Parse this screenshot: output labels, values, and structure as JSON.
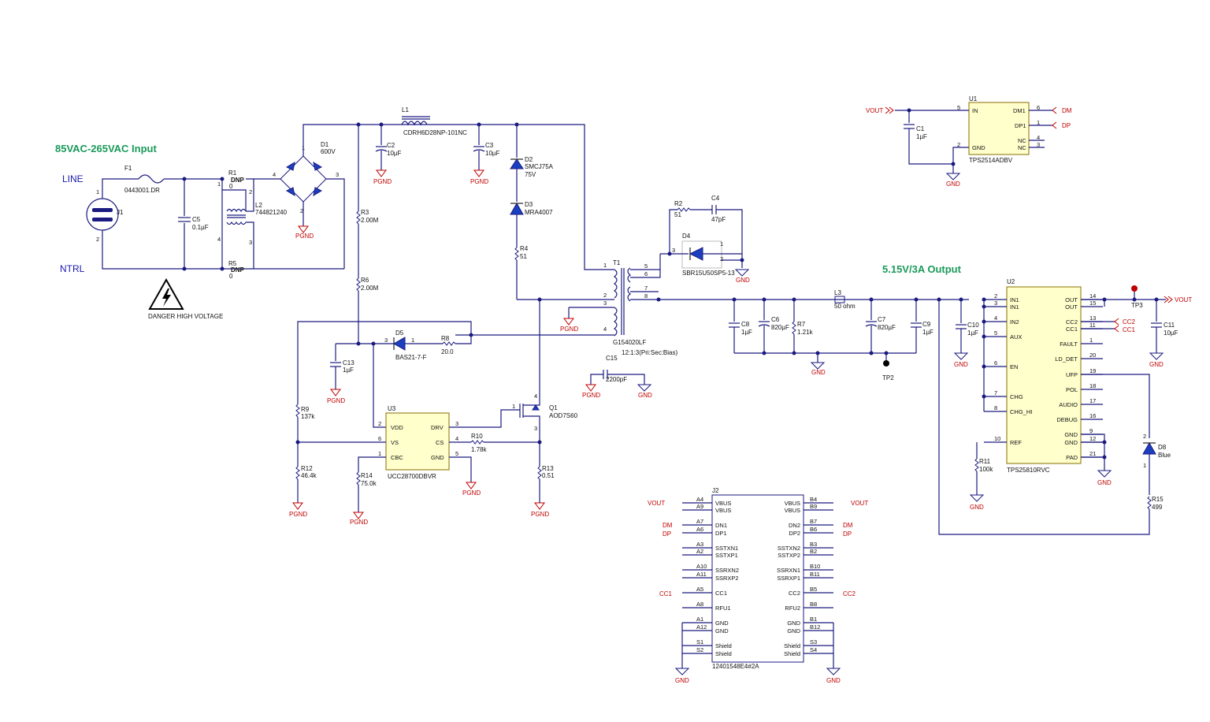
{
  "headings": {
    "input": "85VAC-265VAC Input",
    "output": "5.15V/3A Output",
    "line": "LINE",
    "ntrl": "NTRL",
    "danger": "DANGER HIGH VOLTAGE"
  },
  "refs": {
    "F1": "F1",
    "F1v": "0443001.DR",
    "J1": "J1",
    "C5": "C5",
    "C5v": "0.1µF",
    "R1": "R1",
    "R1a": "0",
    "R1b": "DNP",
    "R5": "R5",
    "R5a": "0",
    "R5b": "DNP",
    "L2": "L2",
    "L2v": "744821240",
    "D1": "D1",
    "D1v": "600V",
    "L1": "L1",
    "L1v": "CDRH6D28NP-101NC",
    "C2": "C2",
    "C2v": "10µF",
    "C3": "C3",
    "C3v": "10µF",
    "D2": "D2",
    "D2v": "SMCJ75A",
    "D2v2": "75V",
    "D3": "D3",
    "D3v": "MRA4007",
    "R4": "R4",
    "R4v": "51",
    "R3": "R3",
    "R3v": "2.00M",
    "R6": "R6",
    "R6v": "2.00M",
    "R2": "R2",
    "R2v": "51",
    "C4": "C4",
    "C4v": "47pF",
    "D4": "D4",
    "D4v": "SBR15U50SP5-13",
    "T1": "T1",
    "T1v": "G154020LF",
    "T1v2": "12:1:3(Pri:Sec:Bias)",
    "C15": "C15",
    "C15v": "2200pF",
    "D5": "D5",
    "D5v": "BAS21-7-F",
    "R8": "R8",
    "R8v": "20.0",
    "C13": "C13",
    "C13v": "1µF",
    "U3": "U3",
    "U3v": "UCC28700DBVR",
    "Q1": "Q1",
    "Q1v": "AOD7S60",
    "R10": "R10",
    "R10v": "1.78k",
    "R9": "R9",
    "R9v": "137k",
    "R12": "R12",
    "R12v": "46.4k",
    "R14": "R14",
    "R14v": "75.0k",
    "R13": "R13",
    "R13v": "0.51",
    "C8": "C8",
    "C8v": "1µF",
    "C6": "C6",
    "C6v": "820µF",
    "R7": "R7",
    "R7v": "1.21k",
    "L3": "L3",
    "L3v": "50 ohm",
    "C7": "C7",
    "C7v": "820µF",
    "C9": "C9",
    "C9v": "1µF",
    "TP2": "TP2",
    "C10": "C10",
    "C10v": "1µF",
    "U2": "U2",
    "U2v": "TPS25810RVC",
    "TP3": "TP3",
    "C11": "C11",
    "C11v": "10µF",
    "R11": "R11",
    "R11v": "100k",
    "D8": "D8",
    "D8v": "Blue",
    "R15": "R15",
    "R15v": "499",
    "U1": "U1",
    "U1v": "TPS2514ADBV",
    "C1": "C1",
    "C1v": "1µF",
    "J2": "J2",
    "J2v": "12401548E4#2A"
  },
  "nets": {
    "pgnd": "PGND",
    "gnd": "GND",
    "vout": "VOUT",
    "dm": "DM",
    "dp": "DP",
    "cc1": "CC1",
    "cc2": "CC2"
  },
  "u3_pins": {
    "vdd": "VDD",
    "vs": "VS",
    "cbc": "CBC",
    "drv": "DRV",
    "cs": "CS",
    "gnd": "GND",
    "n2": "2",
    "n6": "6",
    "n1": "1",
    "n3": "3",
    "n4": "4",
    "n5": "5"
  },
  "u1_pins": {
    "in": "IN",
    "gnd": "GND",
    "dm1": "DM1",
    "dp1": "DP1",
    "nc": "NC",
    "n5": "5",
    "n2": "2",
    "n6": "6",
    "n1": "1",
    "n4": "4",
    "n3": "3"
  },
  "u2_left": [
    {
      "n": "2",
      "name": "IN1"
    },
    {
      "n": "3",
      "name": "IN1"
    },
    {
      "n": "4",
      "name": "IN2"
    },
    {
      "n": "5",
      "name": "AUX"
    },
    {
      "n": "6",
      "name": "EN"
    },
    {
      "n": "7",
      "name": "CHG"
    },
    {
      "n": "8",
      "name": "CHG_HI"
    },
    {
      "n": "10",
      "name": "REF"
    }
  ],
  "u2_right": [
    {
      "n": "14",
      "name": "OUT"
    },
    {
      "n": "15",
      "name": "OUT"
    },
    {
      "n": "13",
      "name": "CC2"
    },
    {
      "n": "11",
      "name": "CC1"
    },
    {
      "n": "1",
      "name": "FAULT"
    },
    {
      "n": "20",
      "name": "LD_DET"
    },
    {
      "n": "19",
      "name": "UFP"
    },
    {
      "n": "18",
      "name": "POL"
    },
    {
      "n": "17",
      "name": "AUDIO"
    },
    {
      "n": "16",
      "name": "DEBUG"
    },
    {
      "n": "9",
      "name": "GND"
    },
    {
      "n": "12",
      "name": "GND"
    },
    {
      "n": "21",
      "name": "PAD"
    }
  ],
  "j2_left": [
    {
      "n": "A4",
      "name": "VBUS"
    },
    {
      "n": "A9",
      "name": "VBUS"
    },
    {
      "n": "A7",
      "name": "DN1"
    },
    {
      "n": "A6",
      "name": "DP1"
    },
    {
      "n": "A3",
      "name": "SSTXN1"
    },
    {
      "n": "A2",
      "name": "SSTXP1"
    },
    {
      "n": "A10",
      "name": "SSRXN2"
    },
    {
      "n": "A11",
      "name": "SSRXP2"
    },
    {
      "n": "A5",
      "name": "CC1"
    },
    {
      "n": "A8",
      "name": "RFU1"
    },
    {
      "n": "A1",
      "name": "GND"
    },
    {
      "n": "A12",
      "name": "GND"
    },
    {
      "n": "S1",
      "name": "Shield"
    },
    {
      "n": "S2",
      "name": "Shield"
    }
  ],
  "j2_right": [
    {
      "n": "B4",
      "name": "VBUS"
    },
    {
      "n": "B9",
      "name": "VBUS"
    },
    {
      "n": "B7",
      "name": "DN2"
    },
    {
      "n": "B6",
      "name": "DP2"
    },
    {
      "n": "B3",
      "name": "SSTXN2"
    },
    {
      "n": "B2",
      "name": "SSTXP2"
    },
    {
      "n": "B10",
      "name": "SSRXN1"
    },
    {
      "n": "B11",
      "name": "SSRXP1"
    },
    {
      "n": "B5",
      "name": "CC2"
    },
    {
      "n": "B8",
      "name": "RFU2"
    },
    {
      "n": "B1",
      "name": "GND"
    },
    {
      "n": "B12",
      "name": "GND"
    },
    {
      "n": "S3",
      "name": "Shield"
    },
    {
      "n": "S4",
      "name": "Shield"
    }
  ],
  "t1_pins": {
    "p1": "1",
    "p2": "2",
    "p3": "3",
    "p4": "4",
    "p5": "5",
    "p6": "6",
    "p7": "7",
    "p8": "8"
  },
  "misc_pins": {
    "d1_1": "1",
    "d1_2": "2",
    "d1_3": "3",
    "d1_4": "4",
    "l2_1": "1",
    "l2_2": "2",
    "l2_3": "3",
    "l2_4": "4",
    "j1_1": "1",
    "j1_2": "2",
    "d4_1": "1",
    "d4_2": "2",
    "d4_3": "3",
    "d5_1": "1",
    "d5_3": "3",
    "q1_1": "1",
    "q1_3": "3",
    "q1_4": "4",
    "d8_1": "1",
    "d8_2": "2"
  }
}
